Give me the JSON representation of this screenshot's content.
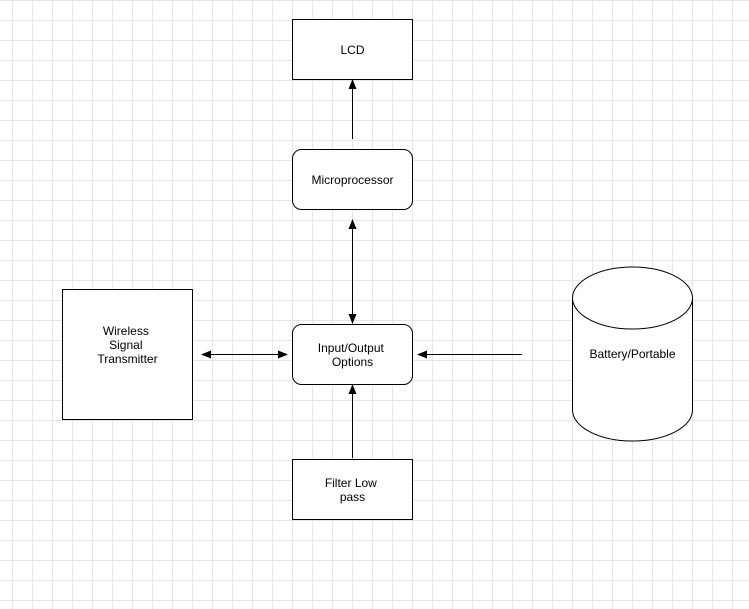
{
  "diagram": {
    "nodes": {
      "lcd": {
        "lines": [
          "LCD"
        ]
      },
      "microprocessor": {
        "lines": [
          "Microprocessor"
        ]
      },
      "io_options": {
        "lines": [
          "Input/Output",
          "Options"
        ]
      },
      "wireless": {
        "lines": [
          "Wireless",
          "Signal",
          "Transmitter"
        ]
      },
      "filter": {
        "lines": [
          "Filter Low",
          "pass"
        ]
      },
      "battery": {
        "lines": [
          "Battery/Portable"
        ]
      }
    }
  }
}
